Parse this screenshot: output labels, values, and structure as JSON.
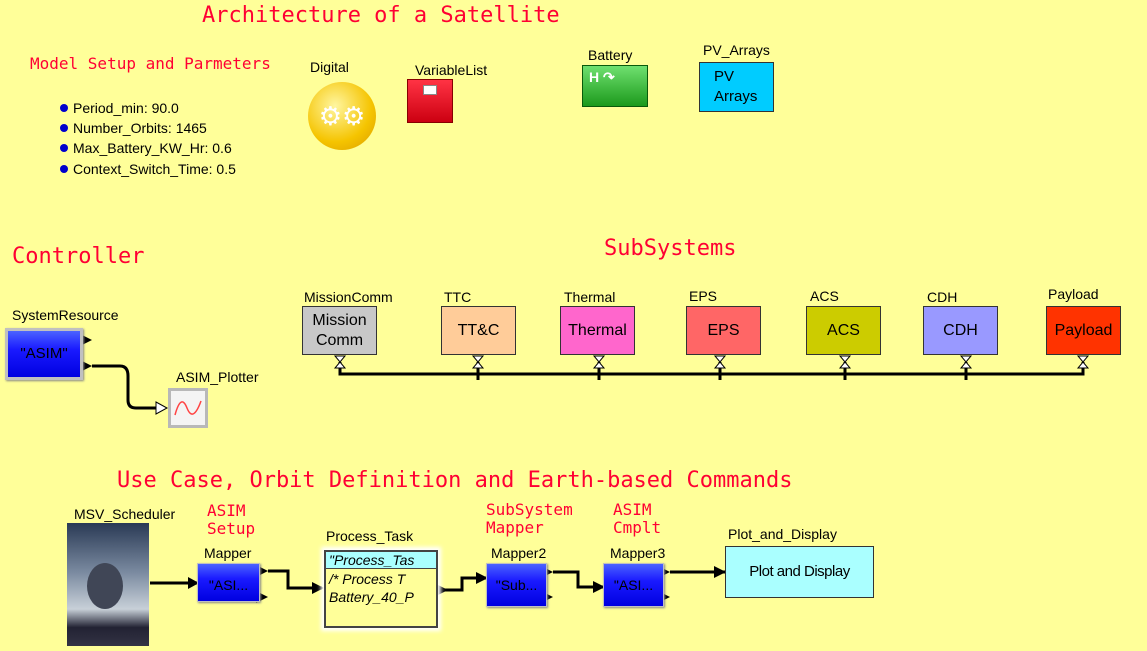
{
  "titles": {
    "main": "Architecture of a Satellite",
    "setup": "Model Setup and Parmeters",
    "controller": "Controller",
    "subsystems": "SubSystems",
    "usecase": "Use Case, Orbit Definition and Earth-based Commands"
  },
  "params": [
    "Period_min: 90.0",
    "Number_Orbits: 1465",
    "Max_Battery_KW_Hr: 0.6",
    "Context_Switch_Time: 0.5"
  ],
  "top_blocks": {
    "digital": "Digital",
    "variable_list": "VariableList",
    "battery": "Battery",
    "pv_arrays": "PV_Arrays",
    "pv_text": "PV Arrays"
  },
  "controller": {
    "system_resource": "SystemResource",
    "system_resource_value": "\"ASIM\"",
    "plotter": "ASIM_Plotter"
  },
  "subsystems": [
    {
      "name": "MissionComm",
      "text": "Mission Comm",
      "color": "#c8c8c8"
    },
    {
      "name": "TTC",
      "text": "TT&C",
      "color": "#ffcc99"
    },
    {
      "name": "Thermal",
      "text": "Thermal",
      "color": "#ff66cc"
    },
    {
      "name": "EPS",
      "text": "EPS",
      "color": "#ff6666"
    },
    {
      "name": "ACS",
      "text": "ACS",
      "color": "#cccc00"
    },
    {
      "name": "CDH",
      "text": "CDH",
      "color": "#9999ff"
    },
    {
      "name": "Payload",
      "text": "Payload",
      "color": "#ff3300"
    }
  ],
  "usecase": {
    "scheduler": "MSV_Scheduler",
    "asim_setup": "ASIM Setup",
    "mapper": "Mapper",
    "mapper_value": "\"ASI...",
    "process_task": "Process_Task",
    "pt_line1": "\"Process_Tas",
    "pt_line2": "/* Process T",
    "pt_line3": "Battery_40_P",
    "subsystem_mapper": "SubSystem Mapper",
    "mapper2": "Mapper2",
    "mapper2_value": "\"Sub...",
    "asim_cmplt": "ASIM Cmplt",
    "mapper3": "Mapper3",
    "mapper3_value": "\"ASI...",
    "plot_display": "Plot_and_Display",
    "plot_display_text": "Plot and Display"
  }
}
